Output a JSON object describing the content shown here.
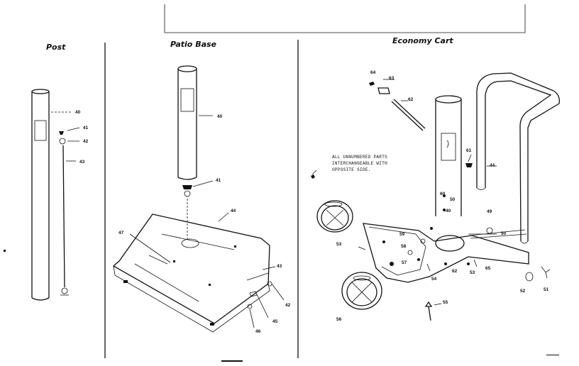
{
  "sections": {
    "post": "Post",
    "patio_base": "Patio Base",
    "economy_cart": "Economy Cart"
  },
  "note": {
    "line1": "ALL UNNUMBERED PARTS",
    "line2": "INTERCHANGEABLE WITH",
    "line3": "OPPOSITE SIDE."
  },
  "parts": {
    "post_40": "40",
    "post_41": "41",
    "post_42": "42",
    "post_43": "43",
    "patio_40": "40",
    "patio_41": "41",
    "patio_44": "44",
    "patio_47": "47",
    "patio_43": "43",
    "patio_42": "42",
    "patio_45": "45",
    "patio_46": "46",
    "cart_64": "64",
    "cart_63": "63",
    "cart_62": "62",
    "cart_61": "61",
    "cart_44": "44",
    "cart_60": "60",
    "cart_50a": "50",
    "cart_40": "40",
    "cart_49": "49",
    "cart_50b": "50",
    "cart_59": "59",
    "cart_58": "58",
    "cart_53a": "53",
    "cart_57": "57",
    "cart_54": "54",
    "cart_62b": "62",
    "cart_53b": "53",
    "cart_65": "65",
    "cart_52": "52",
    "cart_51": "51",
    "cart_55": "55",
    "cart_56": "56"
  }
}
